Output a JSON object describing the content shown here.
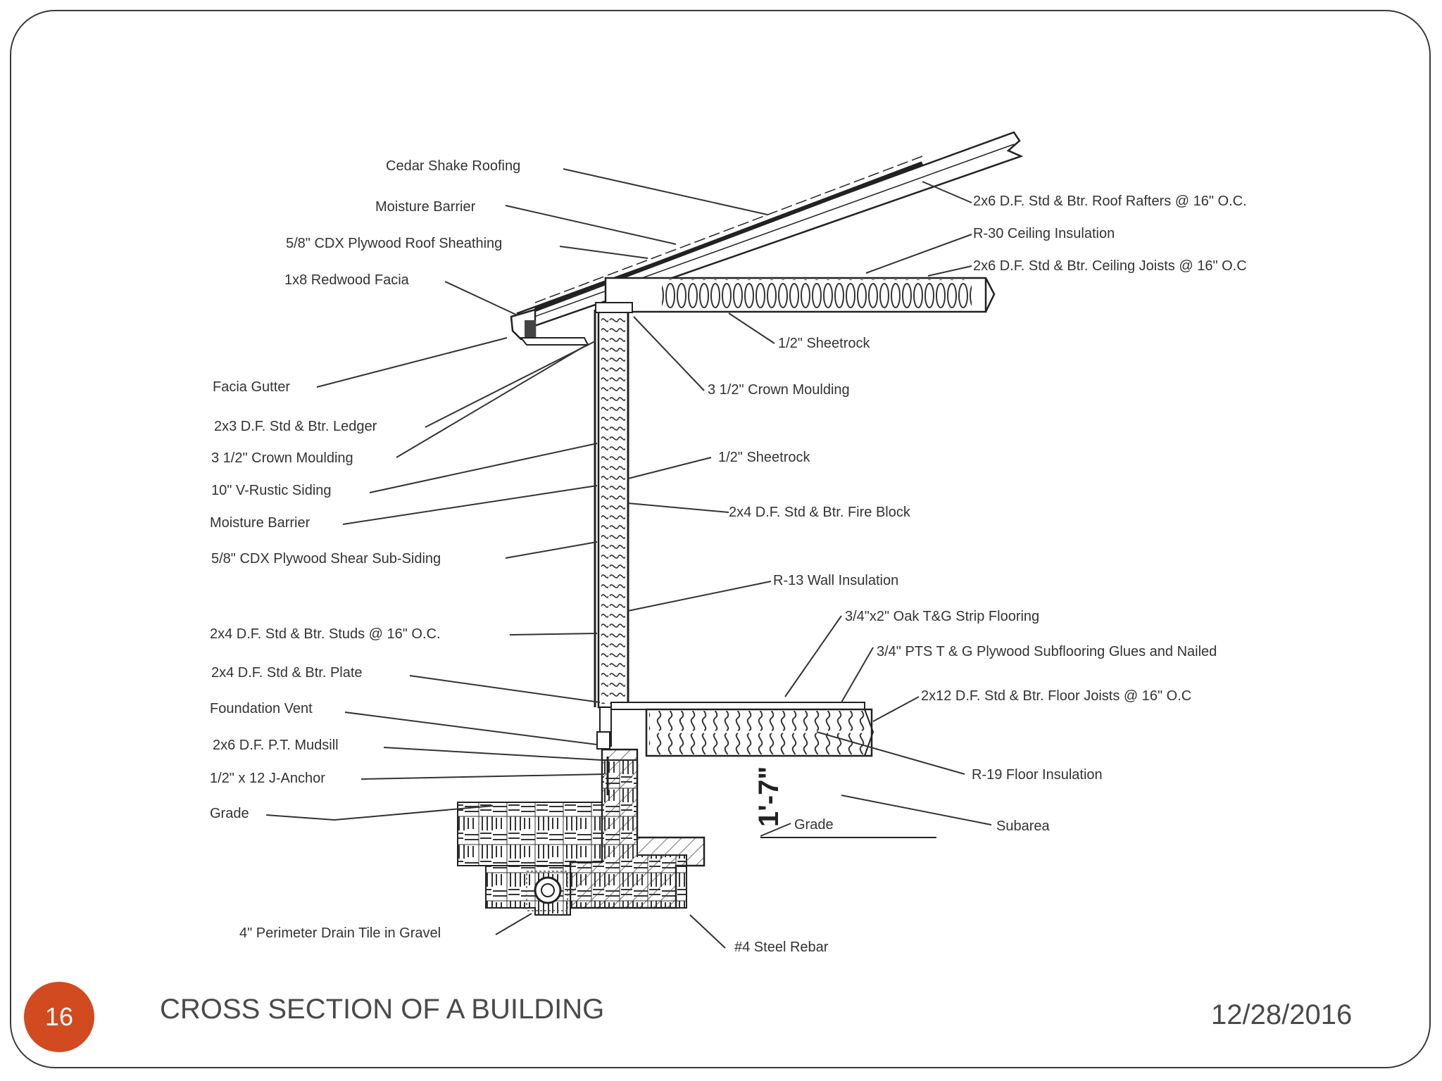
{
  "slide": {
    "page_number": "16",
    "title": "CROSS SECTION OF A BUILDING",
    "date": "12/28/2016"
  },
  "diagram": {
    "dimension_label": "1'-7\"",
    "labels": [
      "Cedar Shake Roofing",
      "Moisture Barrier",
      "5/8\" CDX Plywood Roof Sheathing",
      "1x8 Redwood Facia",
      "Facia Gutter",
      "2x3 D.F. Std & Btr. Ledger",
      "3 1/2\" Crown Moulding",
      "10\" V-Rustic Siding",
      "Moisture Barrier",
      "5/8\" CDX Plywood Shear Sub-Siding",
      "2x4 D.F. Std & Btr. Studs @ 16\" O.C.",
      "2x4 D.F. Std & Btr. Plate",
      "Foundation Vent",
      "2x6 D.F. P.T. Mudsill",
      "1/2\" x 12 J-Anchor",
      "Grade",
      "4\" Perimeter Drain Tile in Gravel",
      "2x6 D.F. Std & Btr. Roof Rafters @ 16\" O.C.",
      "R-30 Ceiling Insulation",
      "2x6 D.F. Std & Btr. Ceiling Joists @ 16\" O.C",
      "1/2\" Sheetrock",
      "3 1/2\" Crown Moulding",
      "1/2\" Sheetrock",
      "2x4 D.F. Std & Btr. Fire Block",
      "R-13 Wall Insulation",
      "3/4\"x2\" Oak T&G Strip Flooring",
      "3/4\" PTS T & G Plywood Subflooring Glues and Nailed",
      "2x12 D.F. Std & Btr. Floor Joists @ 16\" O.C",
      "R-19 Floor Insulation",
      "Grade",
      "Subarea",
      "#4 Steel Rebar"
    ]
  }
}
